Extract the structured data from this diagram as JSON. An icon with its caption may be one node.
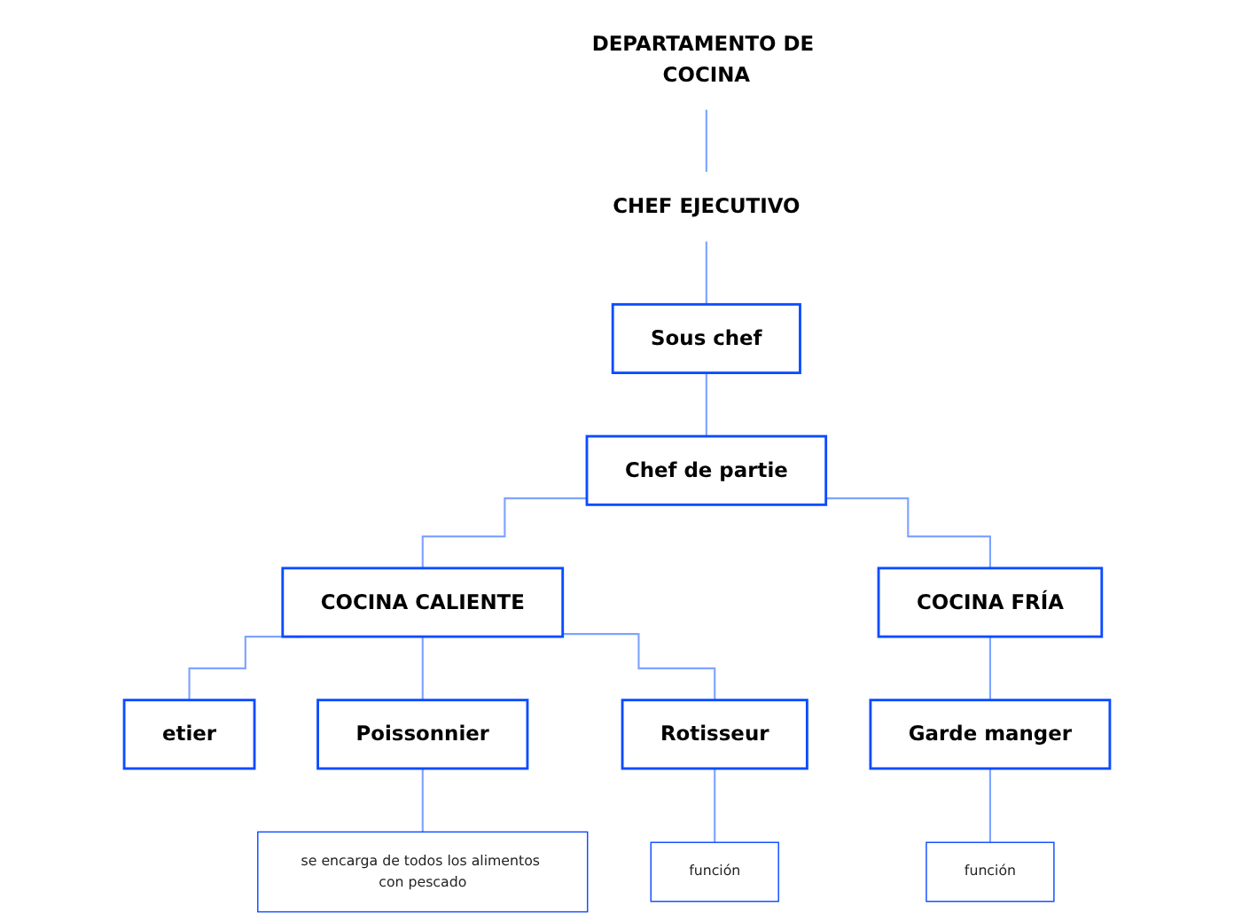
{
  "diagram": {
    "nodes": [
      {
        "text": [
          "DEPARTAMENTO DE COCINA"
        ]
      },
      {
        "text": [
          "CHEF EJECUTIVO"
        ]
      },
      {
        "text": [
          "Sous chef"
        ]
      },
      {
        "text": [
          "Chef de partie"
        ]
      },
      {
        "text": [
          "COCINA CALIENTE"
        ]
      },
      {
        "text": [
          "COCINA FRÍA"
        ]
      },
      {
        "text": [
          "etier"
        ]
      },
      {
        "text": [
          "Poissonnier"
        ]
      },
      {
        "text": [
          "Rotisseur"
        ]
      },
      {
        "text": [
          "Garde manger"
        ]
      },
      {
        "text": [
          "se encarga de todos los alimentos con pescado"
        ]
      },
      {
        "text": [
          "función"
        ]
      },
      {
        "text": [
          "función"
        ]
      }
    ],
    "edges": [
      {
        "from": 0,
        "to": 1,
        "arrow": "none"
      },
      {
        "from": 1,
        "to": 2,
        "arrow": "none"
      },
      {
        "from": 2,
        "to": 3,
        "arrow": "none"
      },
      {
        "from": 3,
        "to": 4,
        "arrow": "none"
      },
      {
        "from": 3,
        "to": 5,
        "arrow": "none"
      },
      {
        "from": 4,
        "to": 6,
        "arrow": "none"
      },
      {
        "from": 4,
        "to": 7,
        "arrow": "none"
      },
      {
        "from": 4,
        "to": 8,
        "arrow": "none"
      },
      {
        "from": 5,
        "to": 9,
        "arrow": "none"
      },
      {
        "from": 7,
        "to": 10,
        "arrow": "none"
      },
      {
        "from": 8,
        "to": 11,
        "arrow": "none"
      },
      {
        "from": 9,
        "to": 12,
        "arrow": "none"
      }
    ]
  }
}
